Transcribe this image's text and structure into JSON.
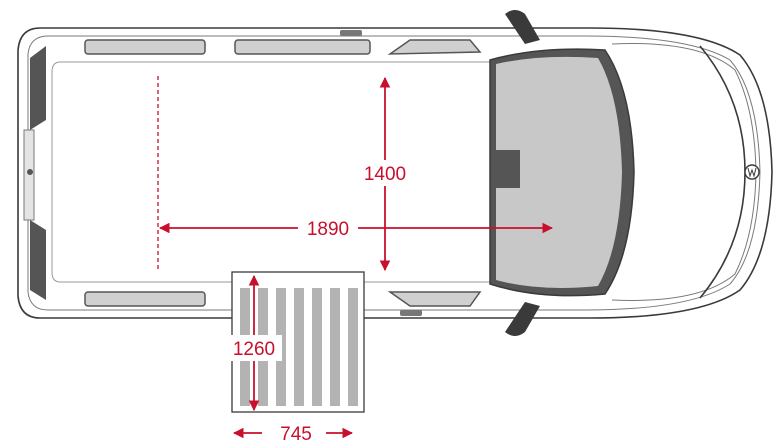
{
  "diagram": {
    "dimensions": [
      {
        "id": "height",
        "label": "1400"
      },
      {
        "id": "length",
        "label": "1890"
      },
      {
        "id": "ramp_length",
        "label": "1260"
      },
      {
        "id": "ramp_width",
        "label": "745"
      }
    ]
  },
  "colors": {
    "accent": "#c8102e",
    "outline": "#3a3a3a",
    "glass": "#c8c8c8",
    "ramp_slats": "#b3b3b3",
    "body": "#ffffff"
  },
  "icons": {
    "brand_logo": "vw-logo-icon"
  }
}
